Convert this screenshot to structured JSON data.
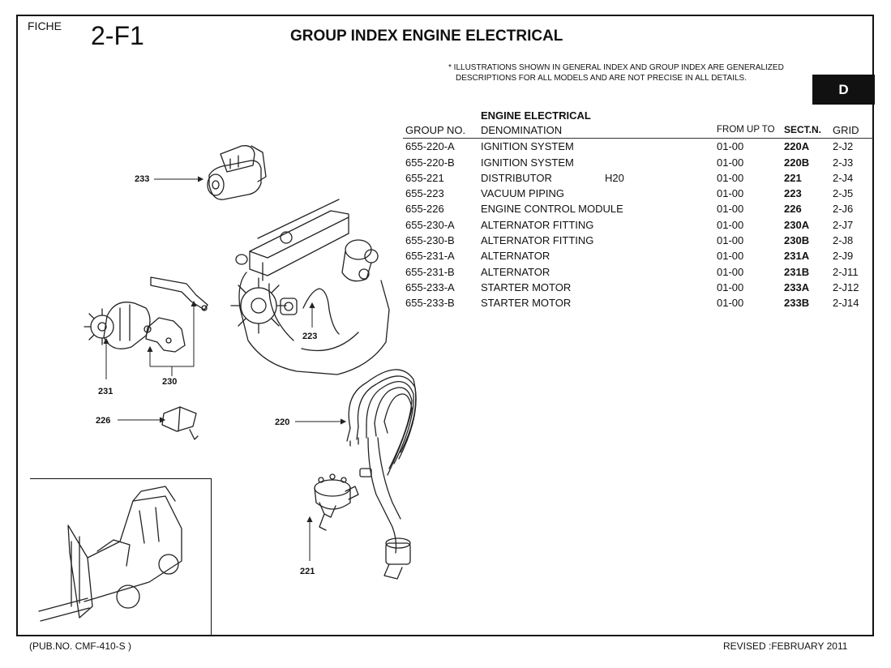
{
  "header": {
    "fiche_label": "FICHE",
    "fiche_code": "2-F1",
    "title": "GROUP INDEX ENGINE ELECTRICAL",
    "note_line1": "* ILLUSTRATIONS SHOWN IN GENERAL INDEX AND GROUP INDEX ARE GENERALIZED",
    "note_line2": "DESCRIPTIONS FOR ALL MODELS AND ARE NOT PRECISE IN ALL DETAILS.",
    "section_tab": "D"
  },
  "table": {
    "heading": "ENGINE ELECTRICAL",
    "columns": {
      "group_no": "GROUP NO.",
      "denomination": "DENOMINATION",
      "from_up_to": "FROM UP TO",
      "sect_n": "SECT.N.",
      "grid": "GRID"
    },
    "rows": [
      {
        "group": "655-220-A",
        "denomination": "IGNITION SYSTEM",
        "extra": "",
        "from": "01-00",
        "sect": "220A",
        "grid": "2-J2"
      },
      {
        "group": "655-220-B",
        "denomination": "IGNITION SYSTEM",
        "extra": "",
        "from": "01-00",
        "sect": "220B",
        "grid": "2-J3"
      },
      {
        "group": "655-221",
        "denomination": "DISTRIBUTOR",
        "extra": "H20",
        "from": "01-00",
        "sect": "221",
        "grid": "2-J4"
      },
      {
        "group": "655-223",
        "denomination": "VACUUM PIPING",
        "extra": "",
        "from": "01-00",
        "sect": "223",
        "grid": "2-J5"
      },
      {
        "group": "655-226",
        "denomination": "ENGINE CONTROL MODULE",
        "extra": "",
        "from": "01-00",
        "sect": "226",
        "grid": "2-J6"
      },
      {
        "group": "655-230-A",
        "denomination": "ALTERNATOR FITTING",
        "extra": "",
        "from": "01-00",
        "sect": "230A",
        "grid": "2-J7"
      },
      {
        "group": "655-230-B",
        "denomination": "ALTERNATOR FITTING",
        "extra": "",
        "from": "01-00",
        "sect": "230B",
        "grid": "2-J8"
      },
      {
        "group": "655-231-A",
        "denomination": "ALTERNATOR",
        "extra": "",
        "from": "01-00",
        "sect": "231A",
        "grid": "2-J9"
      },
      {
        "group": "655-231-B",
        "denomination": "ALTERNATOR",
        "extra": "",
        "from": "01-00",
        "sect": "231B",
        "grid": "2-J11"
      },
      {
        "group": "655-233-A",
        "denomination": "STARTER MOTOR",
        "extra": "",
        "from": "01-00",
        "sect": "233A",
        "grid": "2-J12"
      },
      {
        "group": "655-233-B",
        "denomination": "STARTER MOTOR",
        "extra": "",
        "from": "01-00",
        "sect": "233B",
        "grid": "2-J14"
      }
    ]
  },
  "callouts": {
    "c233": "233",
    "c231": "231",
    "c230": "230",
    "c223": "223",
    "c226": "226",
    "c220": "220",
    "c221": "221"
  },
  "footer": {
    "publication": "(PUB.NO. CMF-410-S )",
    "revised": "REVISED :FEBRUARY 2011"
  }
}
